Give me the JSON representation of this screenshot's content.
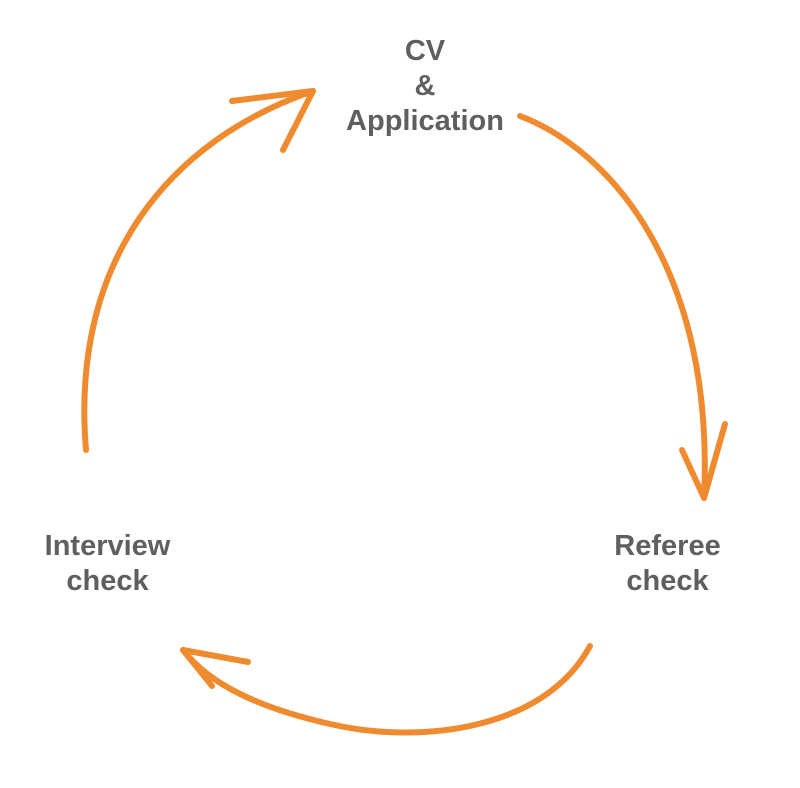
{
  "nodes": {
    "top": {
      "line1": "CV",
      "line2": "&",
      "line3": "Application"
    },
    "right": {
      "line1": "Referee",
      "line2": "check"
    },
    "left": {
      "line1": "Interview",
      "line2": "check"
    }
  },
  "colors": {
    "arrow": "#ef8a2e",
    "text": "#5f5f5f",
    "background": "#ffffff"
  }
}
